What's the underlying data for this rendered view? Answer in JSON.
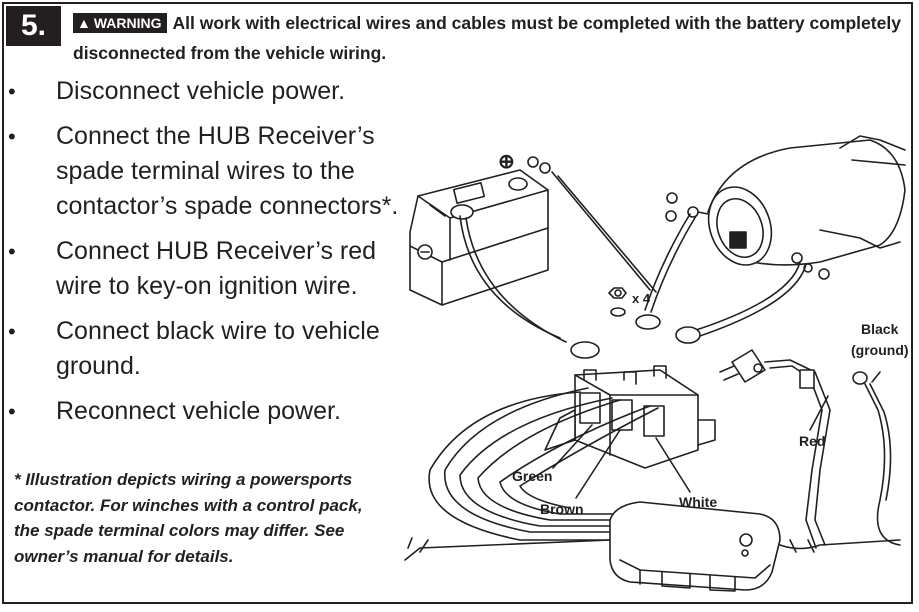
{
  "step": {
    "number": "5."
  },
  "warning": {
    "badge": "WARNING",
    "line1": "All work with electrical wires and cables must be completed with the battery completely",
    "line2": "disconnected from the vehicle wiring."
  },
  "instructions": [
    {
      "bullet": "•",
      "text": "Disconnect vehicle power."
    },
    {
      "bullet": "•",
      "text_lines": [
        "Connect the HUB Receiver’s",
        "spade terminal wires to the",
        "contactor’s spade connectors*."
      ]
    },
    {
      "bullet": "•",
      "text_lines": [
        "Connect HUB Receiver’s red",
        "wire to key-on ignition wire."
      ]
    },
    {
      "bullet": "•",
      "text_lines": [
        "Connect black wire to vehicle",
        "ground."
      ]
    },
    {
      "bullet": "•",
      "text": "Reconnect vehicle power."
    }
  ],
  "footnote": {
    "lines": [
      "* Illustration depicts wiring a powersports",
      "contactor. For winches with a control pack,",
      "the spade terminal colors may differ. See",
      "owner’s manual for details."
    ]
  },
  "diagram": {
    "battery_positive": "⊕",
    "battery_negative": "⊖",
    "nut_count": "x 4",
    "labels": {
      "black_line1": "Black",
      "black_line2": "(ground)",
      "red": "Red",
      "green": "Green",
      "brown": "Brown",
      "white": "White"
    }
  }
}
